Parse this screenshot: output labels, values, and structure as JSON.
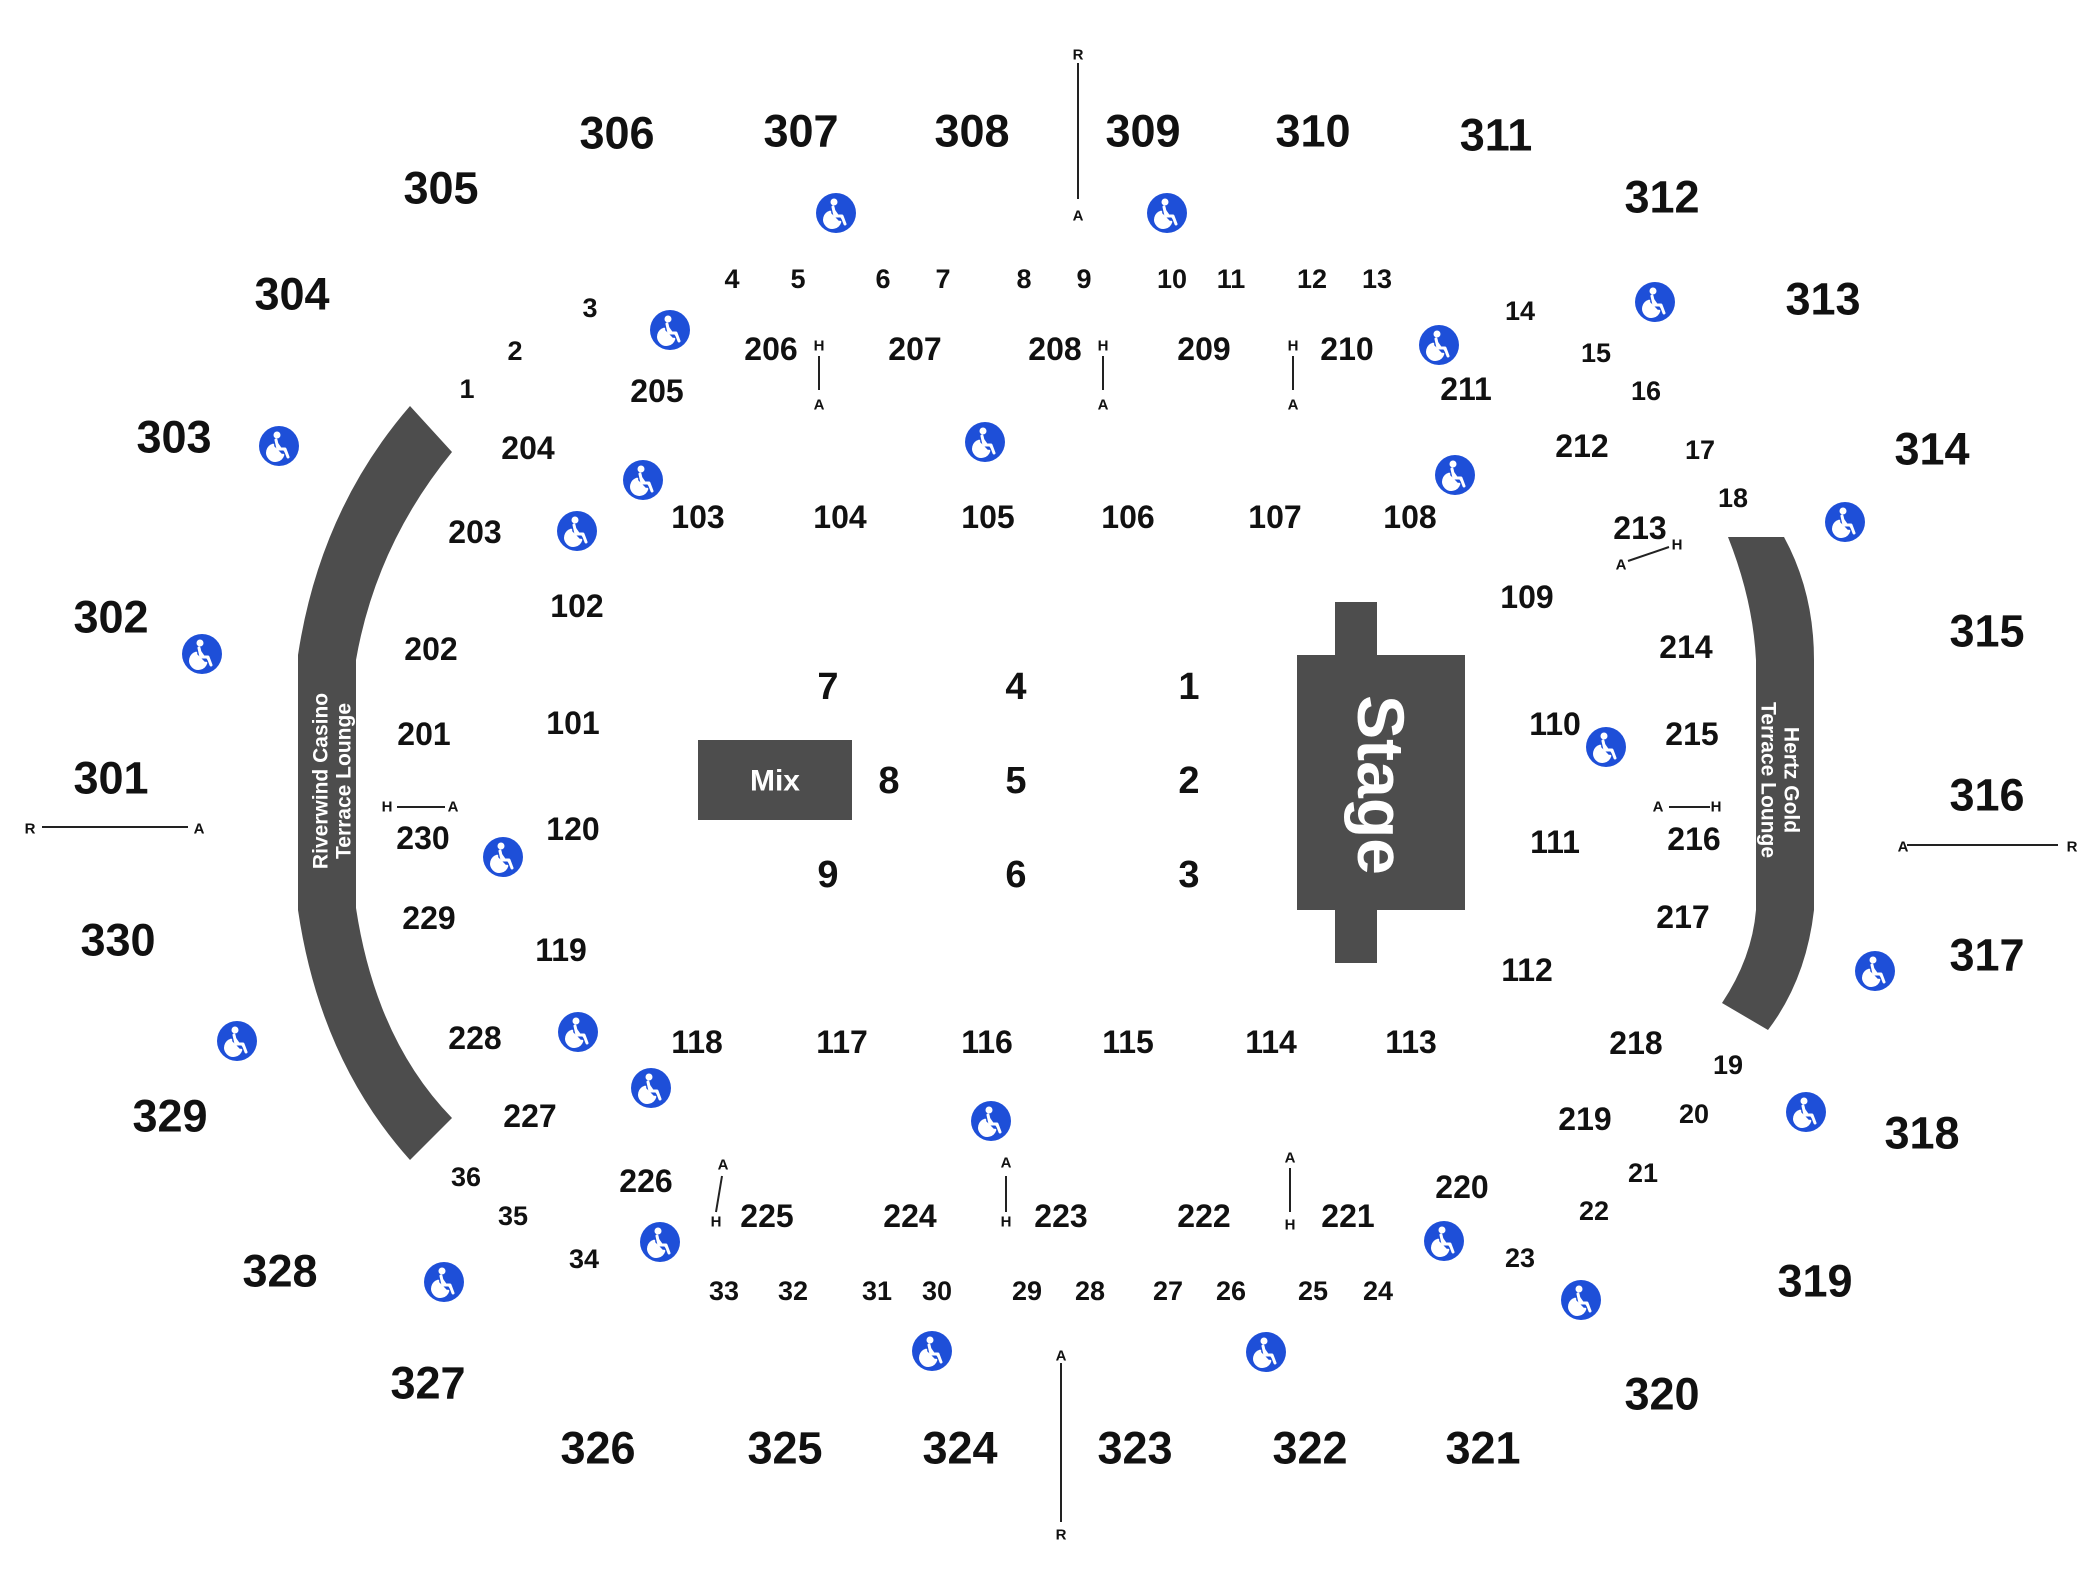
{
  "sections_300": [
    "301",
    "302",
    "303",
    "304",
    "305",
    "306",
    "307",
    "308",
    "309",
    "310",
    "311",
    "312",
    "313",
    "314",
    "315",
    "316",
    "317",
    "318",
    "319",
    "320",
    "321",
    "322",
    "323",
    "324",
    "325",
    "326",
    "327",
    "328",
    "329",
    "330"
  ],
  "sections_200": [
    "201",
    "202",
    "203",
    "204",
    "205",
    "206",
    "207",
    "208",
    "209",
    "210",
    "211",
    "212",
    "213",
    "214",
    "215",
    "216",
    "217",
    "218",
    "219",
    "220",
    "221",
    "222",
    "223",
    "224",
    "225",
    "226",
    "227",
    "228",
    "229",
    "230"
  ],
  "sections_100": [
    "101",
    "102",
    "103",
    "104",
    "105",
    "106",
    "107",
    "108",
    "109",
    "110",
    "111",
    "112",
    "113",
    "114",
    "115",
    "116",
    "117",
    "118",
    "119",
    "120"
  ],
  "row_labels": [
    "1",
    "2",
    "3",
    "4",
    "5",
    "6",
    "7",
    "8",
    "9",
    "10",
    "11",
    "12",
    "13",
    "14",
    "15",
    "16",
    "17",
    "18",
    "19",
    "20",
    "21",
    "22",
    "23",
    "24",
    "25",
    "26",
    "27",
    "28",
    "29",
    "30",
    "31",
    "32",
    "33",
    "34",
    "35",
    "36"
  ],
  "floor_sections": [
    "1",
    "2",
    "3",
    "4",
    "5",
    "6",
    "7",
    "8",
    "9"
  ],
  "stage_label": "Stage",
  "mix_label": "Mix",
  "left_lounge": [
    "Riverwind Casino",
    "Terrace Lounge"
  ],
  "right_lounge": [
    "Hertz Gold",
    "Terrace Lounge"
  ],
  "aisle_markers": {
    "a": "A",
    "h": "H",
    "r": "R"
  },
  "accessible_seating_icon": "wheelchair-icon",
  "colors": {
    "structure": "#4d4d4d",
    "accessible_icon": "#1e4fd8",
    "text": "#111111",
    "background": "#ffffff"
  }
}
